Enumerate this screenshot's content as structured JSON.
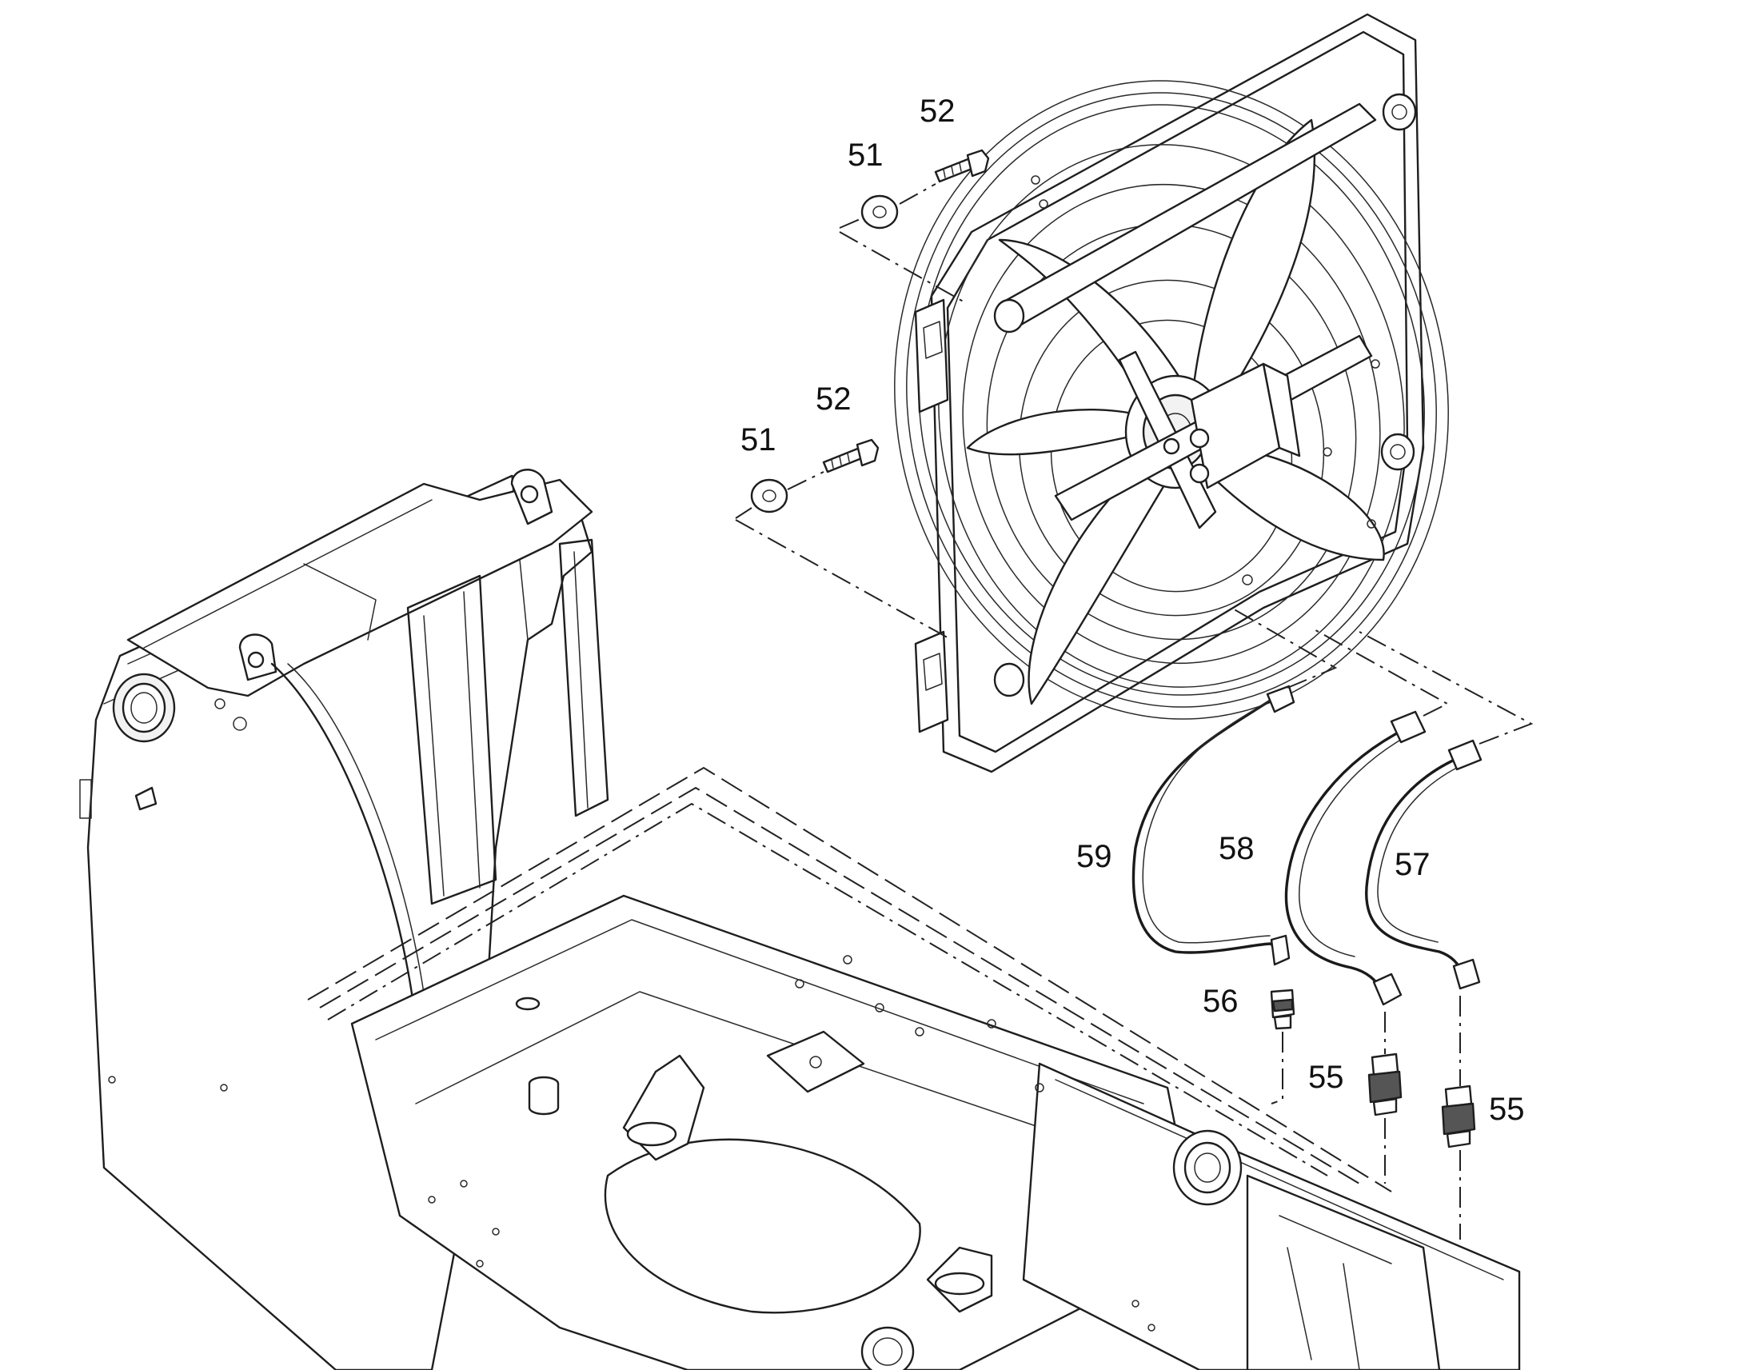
{
  "callouts": {
    "c51a": "51",
    "c52a": "52",
    "c51b": "51",
    "c52b": "52",
    "c59": "59",
    "c58": "58",
    "c57": "57",
    "c56": "56",
    "c55a": "55",
    "c55b": "55"
  }
}
